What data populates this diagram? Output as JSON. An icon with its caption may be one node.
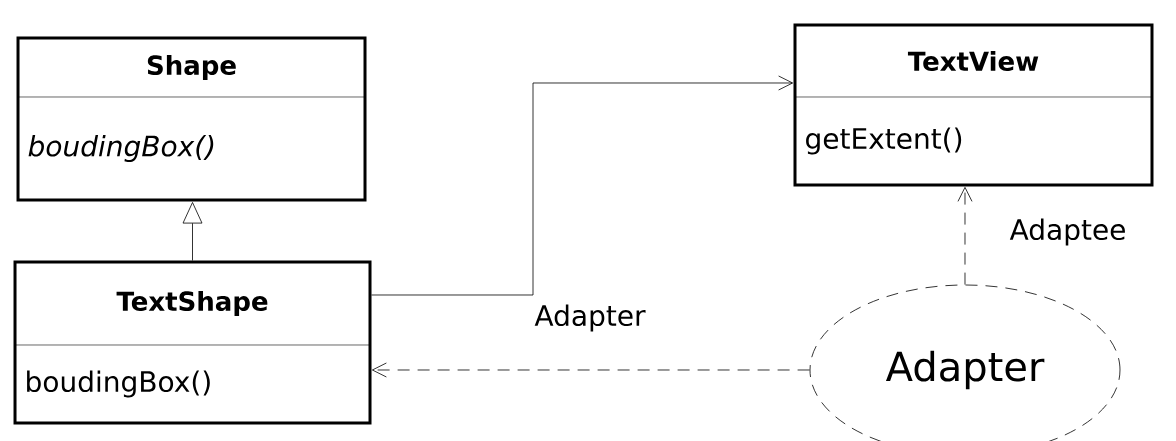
{
  "diagram": {
    "nodes": [
      {
        "text": [
          "Shape",
          "boudingBox()"
        ]
      },
      {
        "text": [
          "TextView",
          "getExtent()"
        ]
      },
      {
        "text": [
          "TextShape",
          "boudingBox()"
        ]
      },
      {
        "text": [
          "Adapter"
        ]
      }
    ],
    "edges": [
      {
        "from": 2,
        "to": 0,
        "arrow": "to"
      },
      {
        "from": 2,
        "to": 1,
        "arrow": "to"
      },
      {
        "from": 3,
        "to": 2,
        "arrow": "to",
        "style": "dashed",
        "label": "Adapter"
      },
      {
        "from": 3,
        "to": 1,
        "arrow": "to",
        "style": "dashed",
        "label": "Adaptee"
      }
    ]
  }
}
